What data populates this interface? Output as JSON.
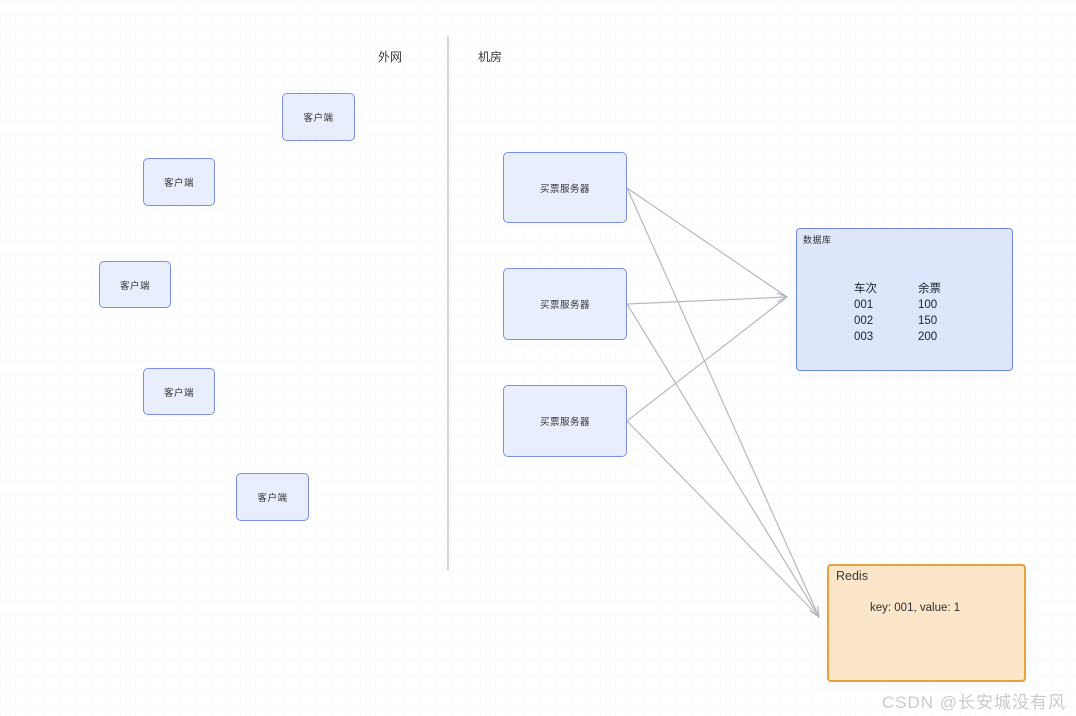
{
  "diagram": {
    "zones": {
      "outer_label": "外网",
      "room_label": "机房"
    },
    "clients": [
      {
        "label": "客户端"
      },
      {
        "label": "客户端"
      },
      {
        "label": "客户端"
      },
      {
        "label": "客户端"
      },
      {
        "label": "客户端"
      }
    ],
    "servers": [
      {
        "label": "买票服务器"
      },
      {
        "label": "买票服务器"
      },
      {
        "label": "买票服务器"
      }
    ],
    "database": {
      "title": "数据库",
      "table": {
        "headers": [
          "车次",
          "余票"
        ],
        "rows": [
          [
            "001",
            "100"
          ],
          [
            "002",
            "150"
          ],
          [
            "003",
            "200"
          ]
        ]
      }
    },
    "redis": {
      "title": "Redis",
      "content": "key: 001, value: 1"
    }
  },
  "watermark": "CSDN @长安城没有风",
  "colors": {
    "node_fill": "#e9eefc",
    "node_border": "#7b8ef0",
    "database_fill": "#dde6fb",
    "database_border": "#6d88e8",
    "redis_fill": "#fce6c9",
    "redis_border": "#e8a13c",
    "arrow": "#b6b9bf",
    "divider": "#d6d6d6",
    "watermark_text": "#cbcbcb"
  }
}
